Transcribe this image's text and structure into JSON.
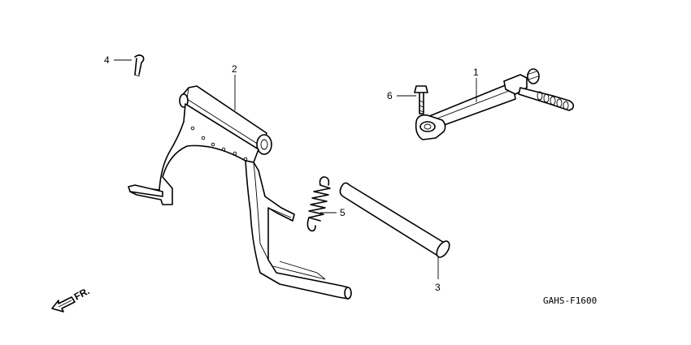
{
  "callouts": [
    {
      "number": "1",
      "part": "kick-starter-arm"
    },
    {
      "number": "2",
      "part": "main-stand"
    },
    {
      "number": "3",
      "part": "main-stand-pivot-shaft"
    },
    {
      "number": "4",
      "part": "cotter-pin"
    },
    {
      "number": "5",
      "part": "main-stand-spring"
    },
    {
      "number": "6",
      "part": "bolt"
    }
  ],
  "diagram_code": "GAHS-F1600",
  "direction_label": "FR."
}
